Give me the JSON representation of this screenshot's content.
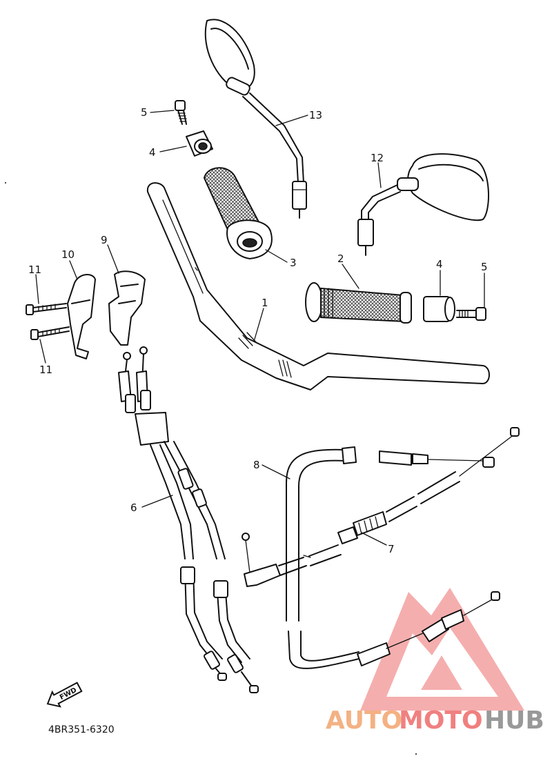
{
  "diagram": {
    "drawing_code": "4BR351-6320",
    "fwd_label": "FWD",
    "callouts": [
      "1",
      "2",
      "3",
      "4",
      "4",
      "5",
      "5",
      "6",
      "7",
      "8",
      "9",
      "10",
      "11",
      "11",
      "12",
      "13"
    ]
  },
  "watermark": {
    "part1": "AUTO",
    "part2": "MOTO",
    "part3": "HUB",
    "color1": "#f4b183",
    "color2": "#f08080",
    "color3": "#999999",
    "triangle_color": "#f08080"
  }
}
